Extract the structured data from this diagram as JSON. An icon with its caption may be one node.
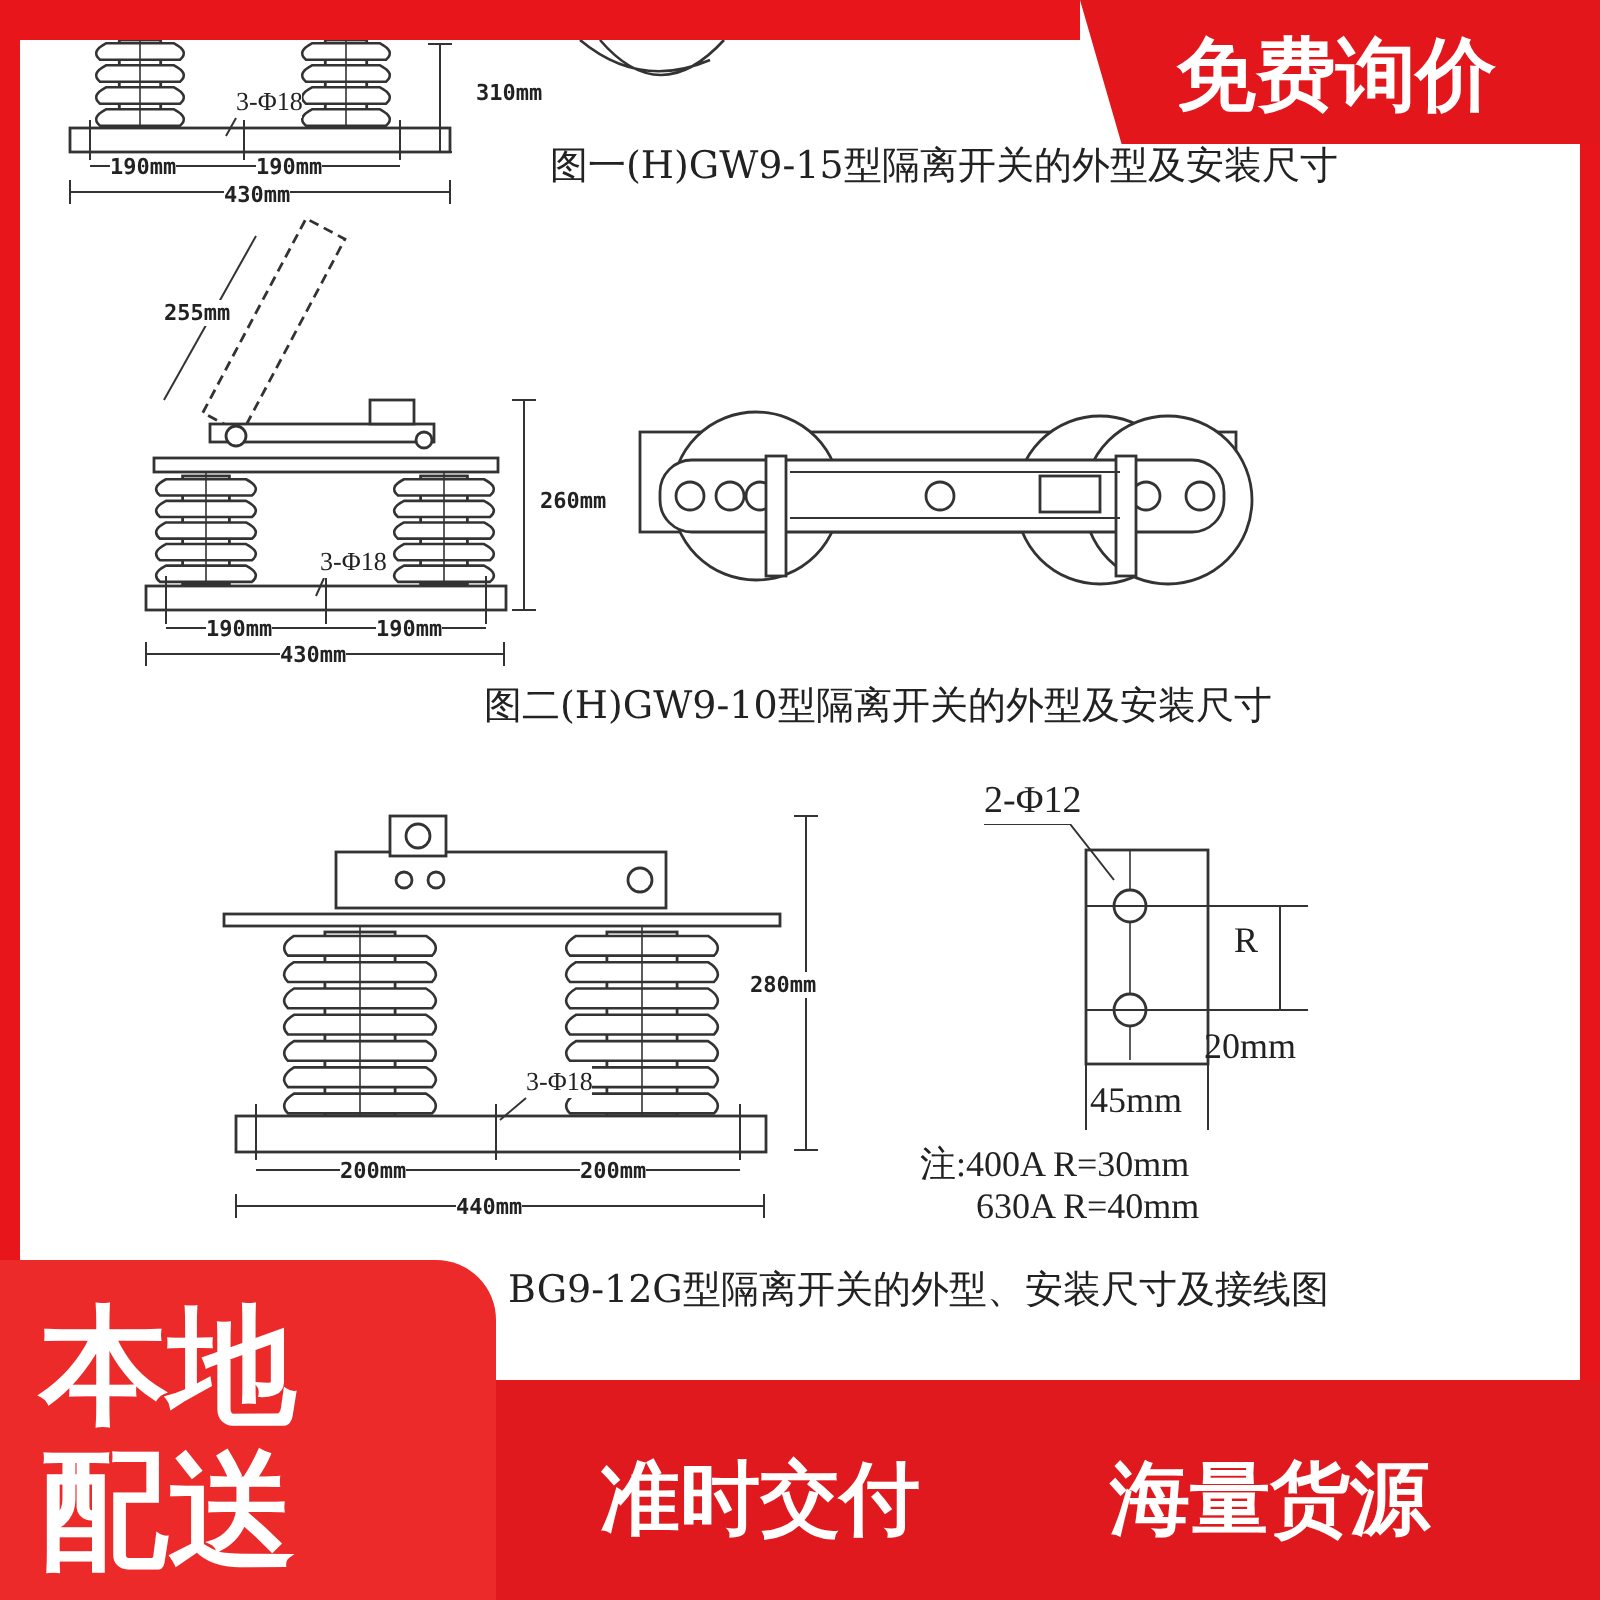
{
  "diagram": {
    "nodes": [
      {
        "text": [
          "免费询价"
        ]
      },
      {
        "text": [
          "3-Φ18"
        ]
      },
      {
        "text": [
          "3-Φ18"
        ]
      },
      {
        "text": [
          "2-Φ12"
        ]
      },
      {
        "text": [
          "3-Φ18"
        ]
      },
      {
        "text": [
          "本地配送"
        ]
      },
      {
        "text": [
          "准时交付",
          "海量货源"
        ]
      }
    ],
    "edges": [
      {
        "from": 1,
        "to": null,
        "arrow": "none"
      },
      {
        "from": 2,
        "to": null,
        "arrow": "none"
      },
      {
        "from": 3,
        "to": null,
        "arrow": "none"
      },
      {
        "from": 4,
        "to": null,
        "arrow": "none"
      }
    ],
    "labels": [
      "310mm",
      "190mm",
      "190mm",
      "430mm",
      "图一(H)GW9-15型隔离开关的外型及安装尺寸",
      "255mm",
      "260mm",
      "190mm",
      "190mm",
      "430mm",
      "图二(H)GW9-10型隔离开关的外型及安装尺寸",
      "280mm",
      "R",
      "20mm",
      "200mm",
      "200mm",
      "45mm",
      "440mm",
      "注:400A R=30mm",
      "630A R=40mm",
      "BG9-12G型隔离开关的外型、安装尺寸及接线图"
    ]
  }
}
